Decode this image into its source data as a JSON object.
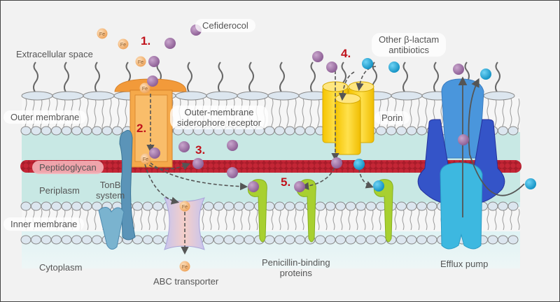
{
  "title": "Mechanism of cefiderocol entry versus other beta-lactam antibiotics in Gram-negative bacteria",
  "regions": {
    "extracellular": "Extracellular space",
    "outer_membrane": "Outer membrane",
    "peptidoglycan": "Peptidoglycan",
    "periplasm": "Periplasm",
    "inner_membrane": "Inner membrane",
    "cytoplasm": "Cytoplasm"
  },
  "components": {
    "cefiderocol": "Cefiderocol",
    "other_antibiotics_line1": "Other β-lactam",
    "other_antibiotics_line2": "antibiotics",
    "siderophore_receptor_line1": "Outer-membrane",
    "siderophore_receptor_line2": "siderophore receptor",
    "porin": "Porin",
    "tonb_line1": "TonB",
    "tonb_line2": "system",
    "abc_transporter": "ABC transporter",
    "pbp_line1": "Penicillin-binding",
    "pbp_line2": "proteins",
    "efflux_pump": "Efflux pump",
    "iron_symbol": "Fe"
  },
  "steps": [
    "1.",
    "2.",
    "3.",
    "4.",
    "5."
  ],
  "colors": {
    "background": "#f2f2f2",
    "periplasm": "#c8e8e4",
    "cytoplasm": "#dff3f5",
    "peptidoglycan": "#b3202e",
    "lipid_head": "#dce6ef",
    "siderophore_receptor": "#f0a040",
    "porin": "#f7d21e",
    "pbp": "#a8d030",
    "efflux_outer": "#4a96dc",
    "efflux_adaptor": "#3454c8",
    "efflux_inner": "#3db8e0",
    "tonb": "#4e8bb0",
    "cefiderocol_particle": "#9c6fa3",
    "other_antibiotic_particle": "#1aa3d6",
    "iron_particle": "#f2b56e",
    "step_number": "#c0121b"
  }
}
